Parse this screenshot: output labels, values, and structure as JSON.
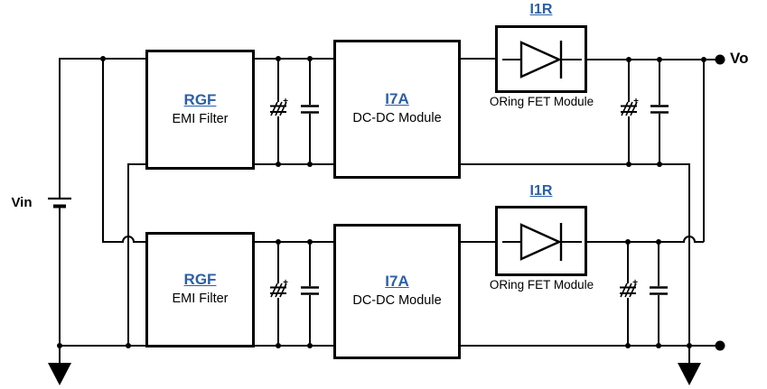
{
  "terminals": {
    "input_label": "Vin",
    "output_label": "Vo"
  },
  "blocks": {
    "emi_filter": {
      "part_link": "RGF",
      "caption": "EMI Filter"
    },
    "dcdc_module": {
      "part_link": "I7A",
      "caption": "DC-DC Module"
    },
    "oring_module": {
      "part_link": "I1R",
      "caption": "ORing FET Module"
    }
  },
  "symbols": {
    "plus": "+",
    "source": "battery-icon",
    "input_capacitors": [
      "polarized-capacitor-icon",
      "capacitor-icon"
    ],
    "output_capacitors": [
      "polarized-capacitor-icon",
      "capacitor-icon"
    ],
    "oring_element": "diode-icon",
    "ground": "down-arrow-icon"
  },
  "colors": {
    "link_blue": "#2B5FA7",
    "wire": "#000000",
    "background": "#FFFFFF"
  }
}
